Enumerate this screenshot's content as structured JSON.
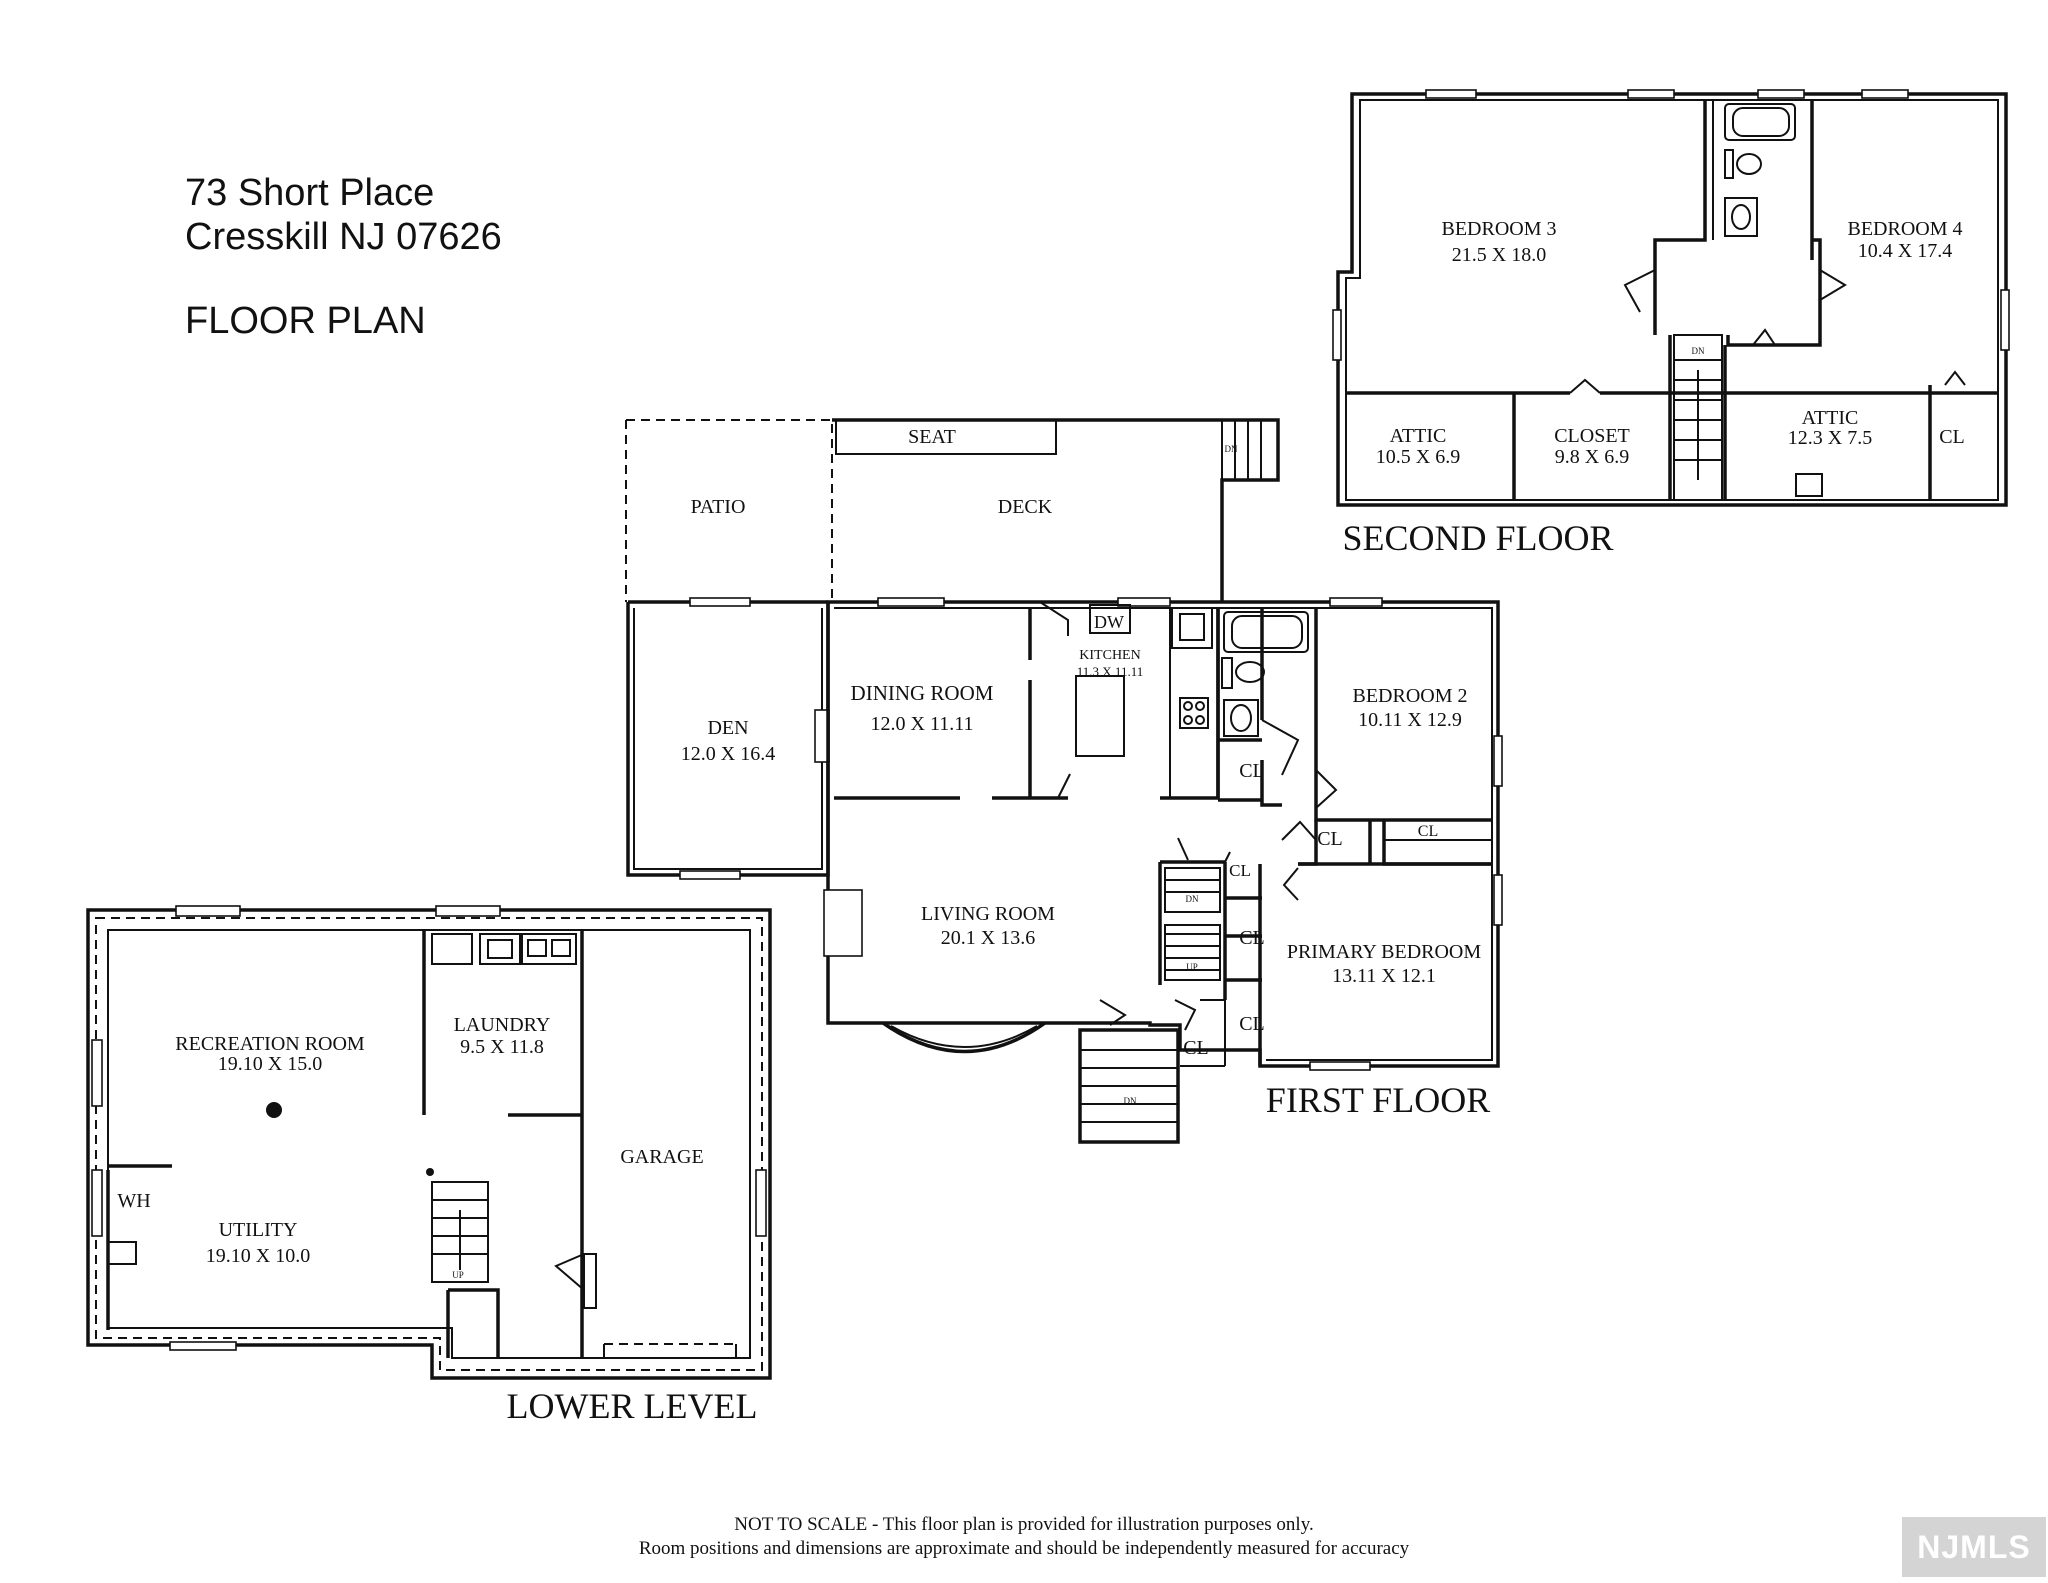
{
  "header": {
    "address_line1": "73 Short Place",
    "address_line2": "Cresskill NJ 07626",
    "plan_title": "FLOOR PLAN"
  },
  "floors": {
    "second": {
      "label": "SECOND FLOOR",
      "rooms": {
        "bedroom3": {
          "name": "BEDROOM 3",
          "dims": "21.5 X 18.0"
        },
        "bedroom4": {
          "name": "BEDROOM 4",
          "dims": "10.4 X 17.4"
        },
        "attic1": {
          "name": "ATTIC",
          "dims": "10.5 X 6.9"
        },
        "closet": {
          "name": "CLOSET",
          "dims": "9.8 X 6.9"
        },
        "attic2": {
          "name": "ATTIC",
          "dims": "12.3 X 7.5"
        },
        "cl": {
          "name": "CL"
        }
      },
      "stair_label": "DN"
    },
    "first": {
      "label": "FIRST FLOOR",
      "rooms": {
        "seat": {
          "name": "SEAT"
        },
        "patio": {
          "name": "PATIO"
        },
        "deck": {
          "name": "DECK"
        },
        "den": {
          "name": "DEN",
          "dims": "12.0 X 16.4"
        },
        "dining": {
          "name": "DINING ROOM",
          "dims": "12.0 X 11.11"
        },
        "kitchen": {
          "name": "KITCHEN",
          "dims": "11.3 X 11.11"
        },
        "dw": {
          "name": "DW"
        },
        "bedroom2": {
          "name": "BEDROOM 2",
          "dims": "10.11 X 12.9"
        },
        "living": {
          "name": "LIVING ROOM",
          "dims": "20.1 X 13.6"
        },
        "primary": {
          "name": "PRIMARY BEDROOM",
          "dims": "13.11 X 12.1"
        }
      },
      "closet_label": "CL",
      "stairs": {
        "deck_dn": "DN",
        "dn": "DN",
        "up": "UP",
        "front_dn": "DN"
      }
    },
    "lower": {
      "label": "LOWER LEVEL",
      "rooms": {
        "recreation": {
          "name": "RECREATION ROOM",
          "dims": "19.10 X 15.0"
        },
        "laundry": {
          "name": "LAUNDRY",
          "dims": "9.5 X 11.8"
        },
        "utility": {
          "name": "UTILITY",
          "dims": "19.10 X 10.0"
        },
        "garage": {
          "name": "GARAGE"
        },
        "wh": {
          "name": "WH"
        }
      },
      "stair_label": "UP"
    }
  },
  "disclaimer": {
    "line1": "NOT TO SCALE - This floor plan is provided for illustration purposes only.",
    "line2": "Room positions and dimensions are approximate and should be independently measured for accuracy"
  },
  "badge": {
    "text": "NJMLS"
  }
}
